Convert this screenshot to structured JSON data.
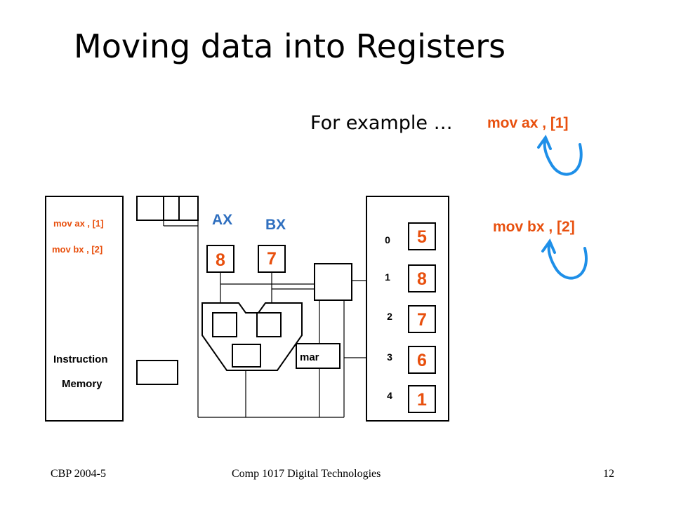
{
  "slide": {
    "title": "Moving data into Registers",
    "example_label": "For example …",
    "instruction_1": "mov ax , [1]",
    "instruction_2": "mov bx , [2]"
  },
  "instruction_memory": {
    "lines": [
      "mov ax , [1]",
      "mov bx , [2]"
    ],
    "label_line1": "Instruction",
    "label_line2": "Memory"
  },
  "registers": {
    "ax_label": "AX",
    "ax_value": "8",
    "bx_label": "BX",
    "bx_value": "7",
    "mar_label": "mar"
  },
  "data_memory": {
    "addresses": [
      "0",
      "1",
      "2",
      "3",
      "4"
    ],
    "values": [
      "5",
      "8",
      "7",
      "6",
      "1"
    ]
  },
  "footer": {
    "left": "CBP 2004-5",
    "center": "Comp 1017  Digital Technologies",
    "page": "12"
  },
  "colors": {
    "accent_orange": "#e8500e",
    "register_blue": "#2f6fbf",
    "arrow_blue": "#1e8fe8"
  }
}
